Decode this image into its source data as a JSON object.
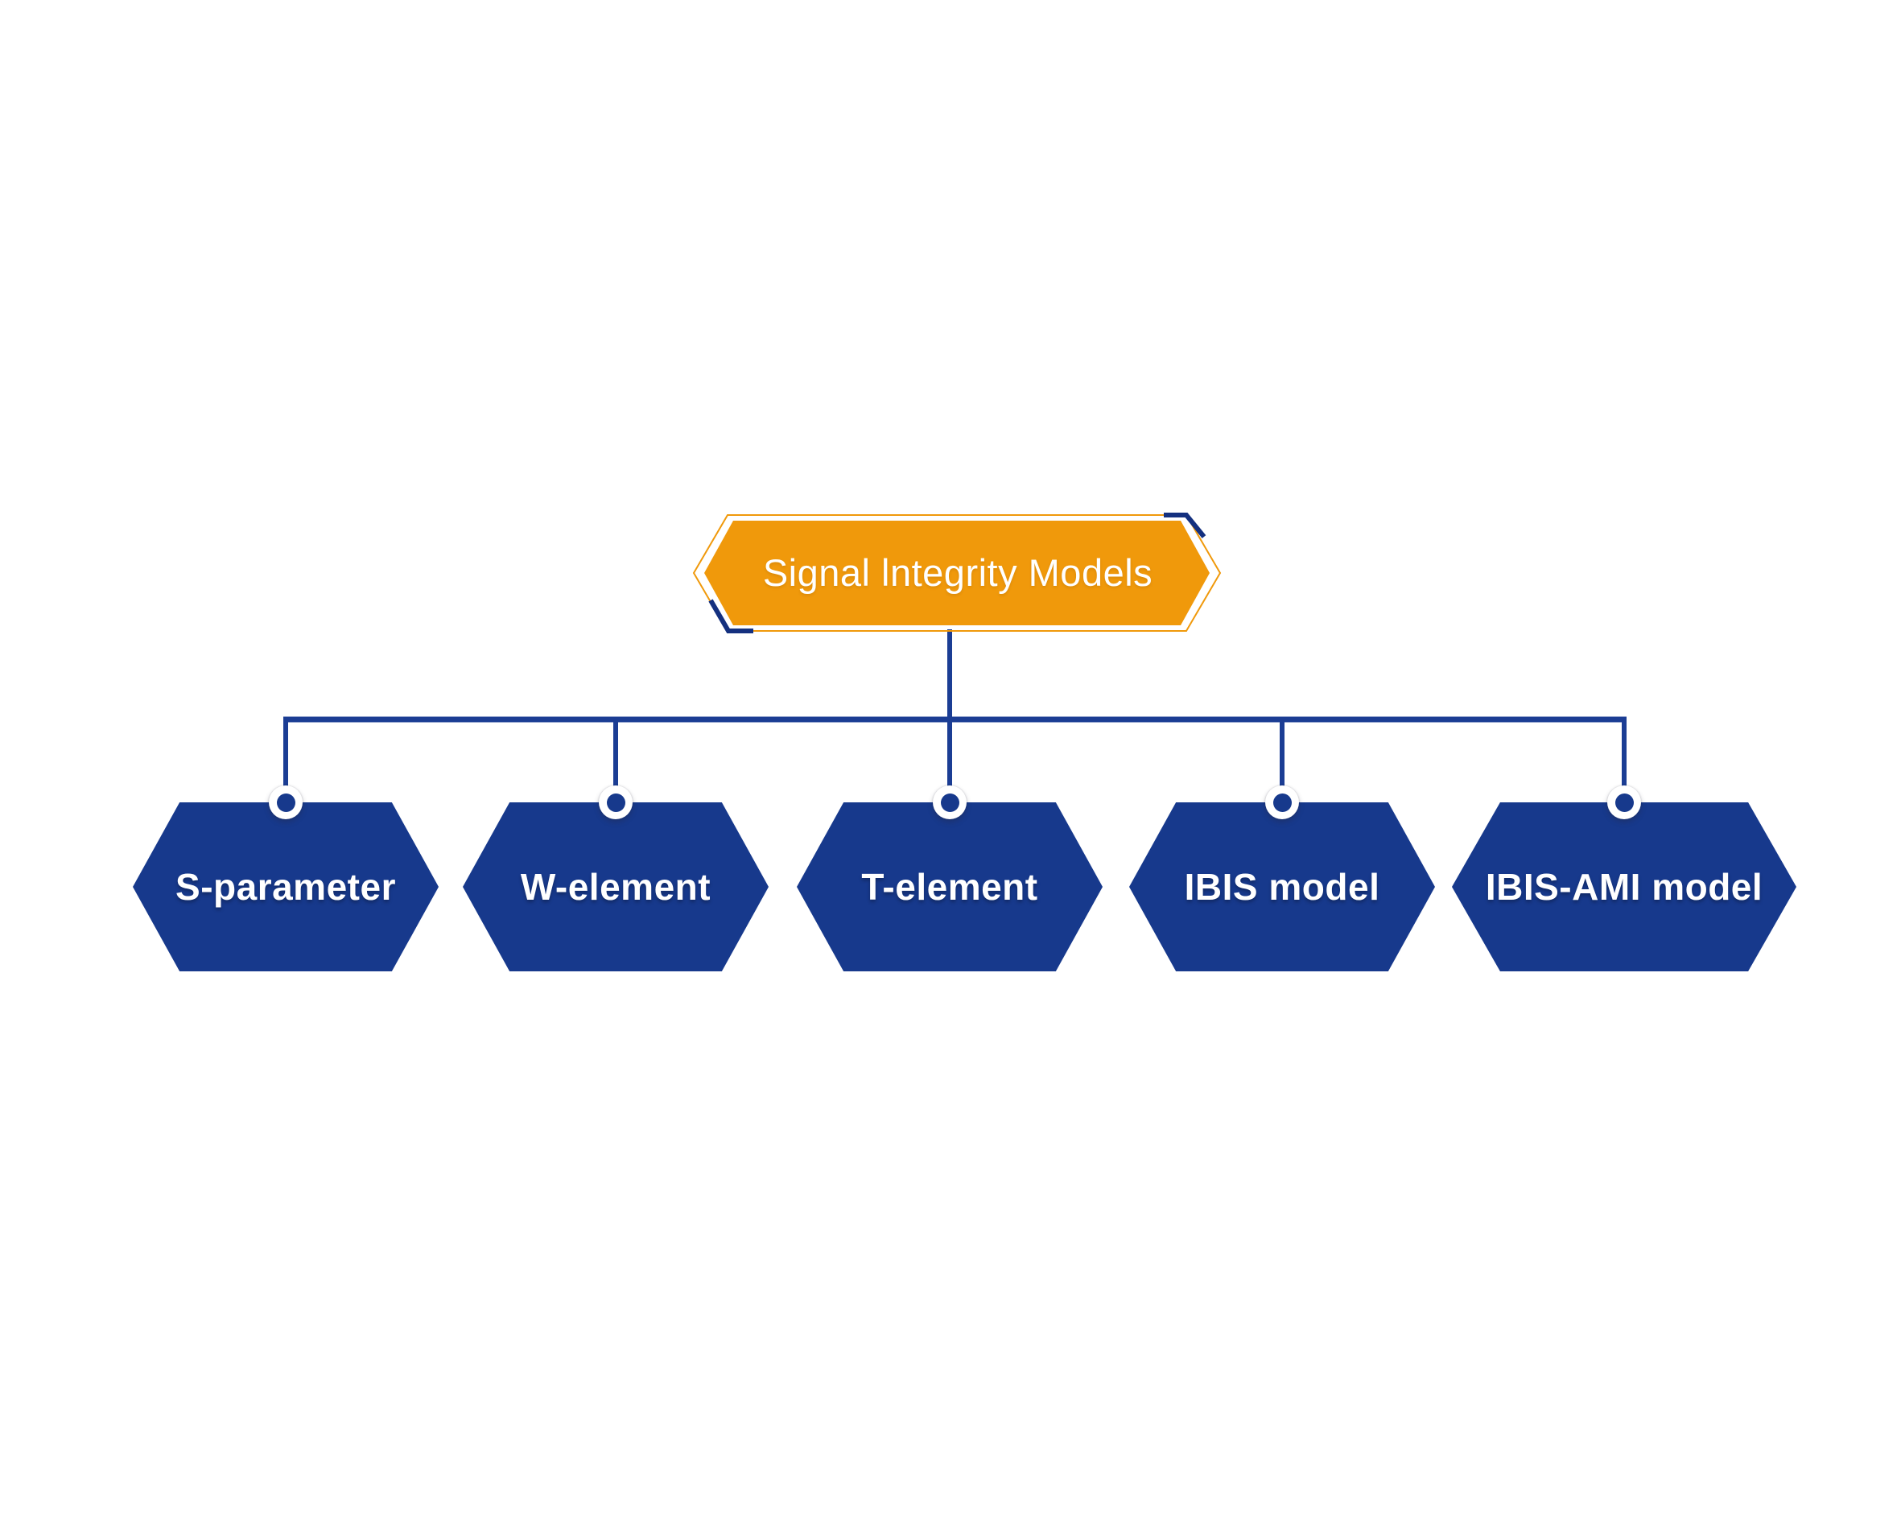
{
  "diagram": {
    "title": "Signal Integrity Models hierarchy diagram",
    "root": {
      "label": "Signal lntegrity Models",
      "shape": "hexagonal-banner",
      "fill": "#F0990B",
      "text_color": "#FFFFFF"
    },
    "children": [
      {
        "label": "S-parameter",
        "shape": "hexagon",
        "fill": "#17398C",
        "text_color": "#FFFFFF"
      },
      {
        "label": "W-element",
        "shape": "hexagon",
        "fill": "#17398C",
        "text_color": "#FFFFFF"
      },
      {
        "label": "T-element",
        "shape": "hexagon",
        "fill": "#17398C",
        "text_color": "#FFFFFF"
      },
      {
        "label": "IBIS model",
        "shape": "hexagon",
        "fill": "#17398C",
        "text_color": "#FFFFFF"
      },
      {
        "label": "IBIS-AMI model",
        "shape": "hexagon",
        "fill": "#17398C",
        "text_color": "#FFFFFF"
      }
    ],
    "connectors": {
      "style": "orthogonal-tree",
      "line_color": "#1B3D94",
      "pin": {
        "ring_color": "#FFFFFF",
        "dot_color": "#17398C"
      }
    },
    "colors": {
      "accent_orange": "#F0990B",
      "node_navy": "#17398C",
      "connector_blue": "#1B3D94",
      "corner_bracket_navy": "#14307F",
      "background": "#FFFFFF"
    }
  }
}
